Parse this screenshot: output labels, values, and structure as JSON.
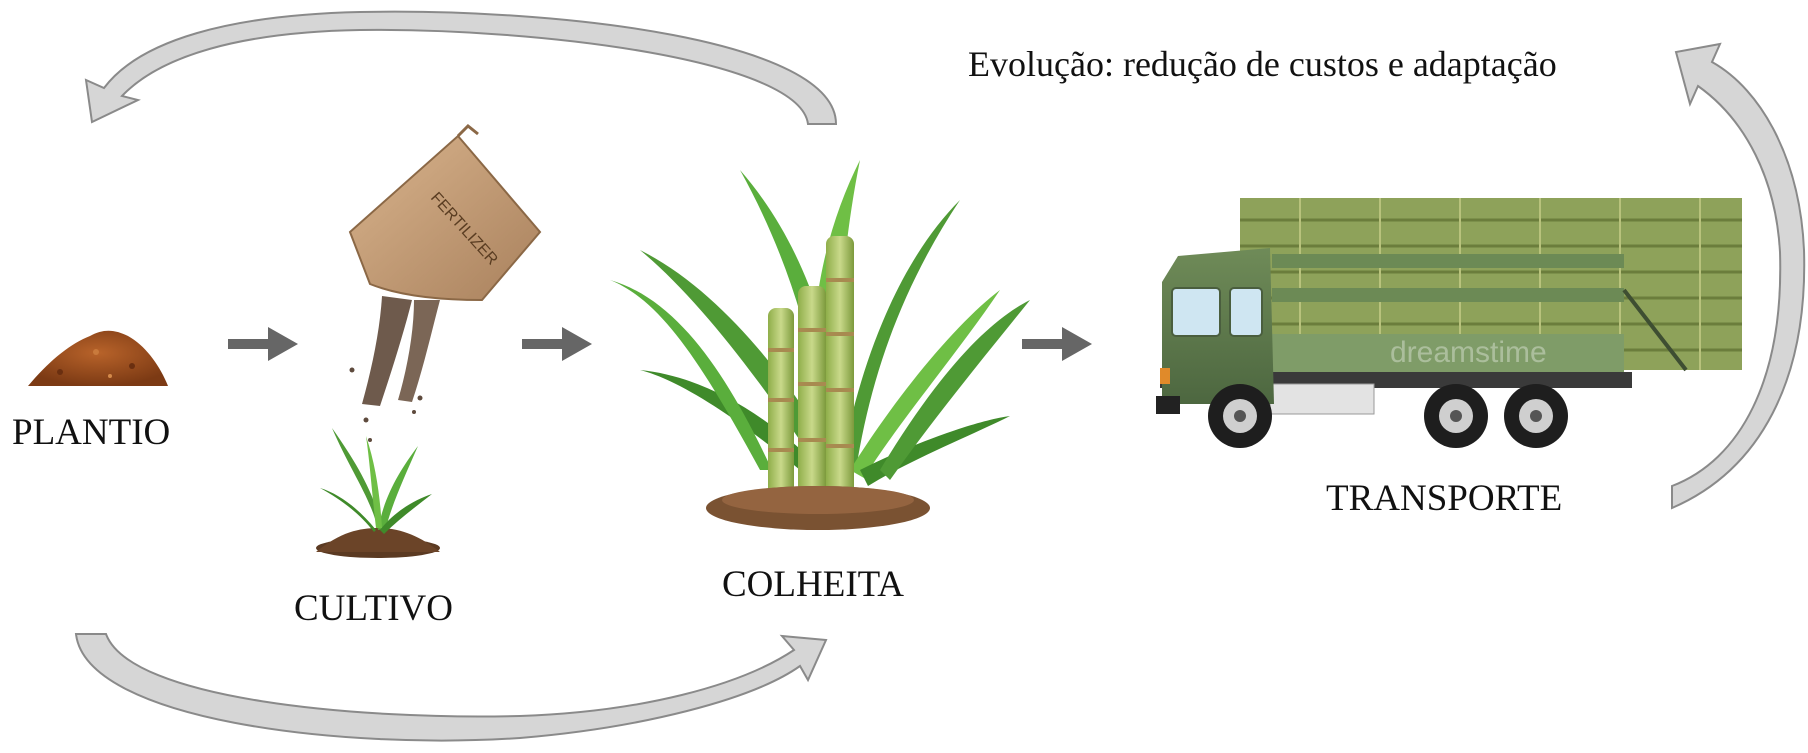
{
  "diagram": {
    "caption": "Evolução: redução de custos e adaptação",
    "stages": [
      {
        "label": "PLANTIO",
        "icon": "soil-pile-icon"
      },
      {
        "label": "CULTIVO",
        "icon": "fertilizer-bag-icon"
      },
      {
        "label": "COLHEITA",
        "icon": "sugarcane-plant-icon"
      },
      {
        "label": "TRANSPORTE",
        "icon": "cane-truck-icon"
      }
    ],
    "fertilizer_bag_text": "FERTILIZER",
    "watermark_text": "dreamstime",
    "colors": {
      "arrow": "#666666",
      "cycle_arrow_fill": "#d6d6d6",
      "cycle_arrow_stroke": "#8a8a8a",
      "soil": "#9a4a1c",
      "leaf": "#4f9a35",
      "truck": "#5f7a4c"
    }
  }
}
